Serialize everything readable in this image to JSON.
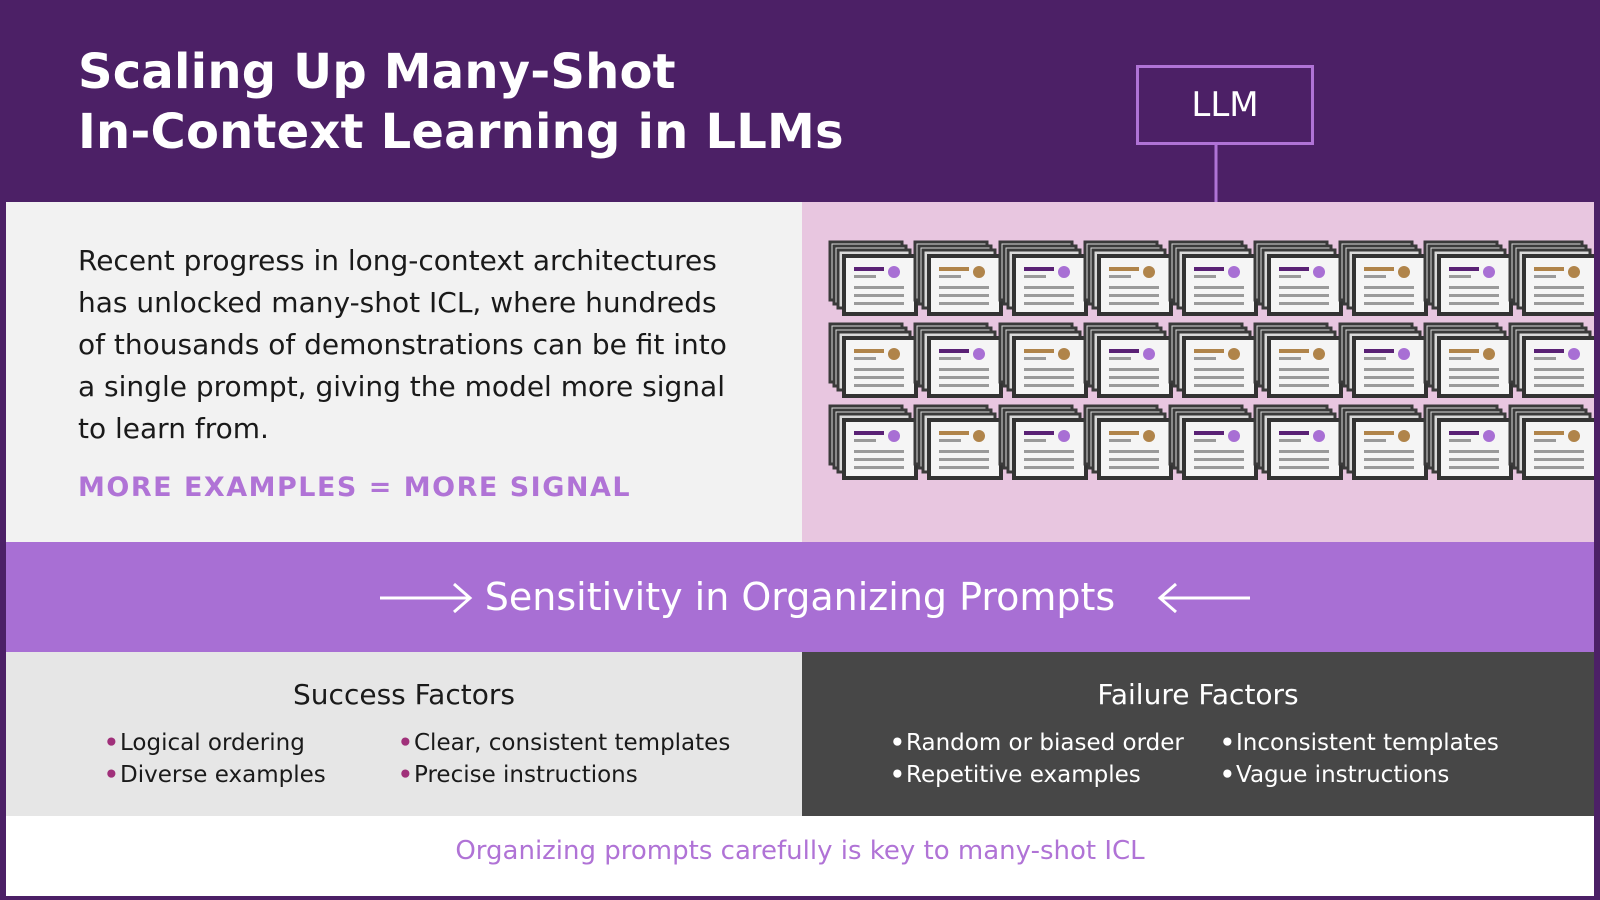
{
  "title": {
    "line1": "Scaling Up Many-Shot",
    "line2": "In-Context Learning in LLMs"
  },
  "llm_label": "LLM",
  "description": {
    "text": "Recent progress in long-context architectures has unlocked many-shot ICL, where hundreds of thousands of demonstrations can be fit into a single prompt, giving the model more signal to learn from.",
    "tagline": "MORE EXAMPLES = MORE SIGNAL"
  },
  "sensitivity": {
    "title": "Sensitivity in Organizing Prompts"
  },
  "success": {
    "title": "Success Factors",
    "col1": [
      "Logical ordering",
      "Diverse examples"
    ],
    "col2": [
      "Clear, consistent templates",
      "Precise instructions"
    ]
  },
  "failure": {
    "title": "Failure Factors",
    "col1": [
      "Random or biased order",
      "Repetitive examples"
    ],
    "col2": [
      "Inconsistent templates",
      "Vague instructions"
    ]
  },
  "footer": "Organizing prompts carefully is key to many-shot ICL",
  "colors": {
    "header_bg": "#4c2066",
    "accent_lavender": "#b073d6",
    "band_purple": "#a86fd4",
    "demo_bg": "#e8c6e0",
    "card_purple": "#5a2175",
    "card_gold": "#b0844a",
    "card_dot_purple": "#a86fd4",
    "success_bullet": "#a0307a"
  },
  "icons": {
    "llm_arrow": "arrow-down-icon",
    "band_left": "arrow-right-icon",
    "band_right": "arrow-left-icon",
    "demo_card": "prompt-card-icon"
  }
}
